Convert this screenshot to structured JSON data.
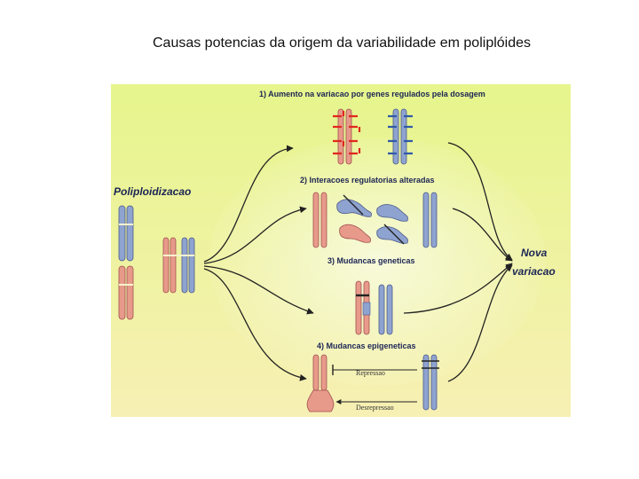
{
  "slide": {
    "title": "Causas potencias da origem da variabilidade em poliplóides"
  },
  "figure": {
    "left_label": "Poliploidizacao",
    "right_label_line1": "Nova",
    "right_label_line2": "variacao",
    "step1": "1) Aumento na variacao por genes regulados pela dosagem",
    "step2": "2) Interacoes regulatorias alteradas",
    "step3": "3) Mudancas geneticas",
    "step4": "4) Mudancas epigeneticas",
    "repression": "Repressao",
    "derepression": "Desrepressao",
    "colors": {
      "background_top": "#e6f58c",
      "background_bottom": "#f7f0b4",
      "chromosome_red": "#e89a8a",
      "chromosome_blue": "#8fa3d0",
      "marker_red": "#e0281e",
      "marker_blue": "#2f5aa8"
    }
  }
}
